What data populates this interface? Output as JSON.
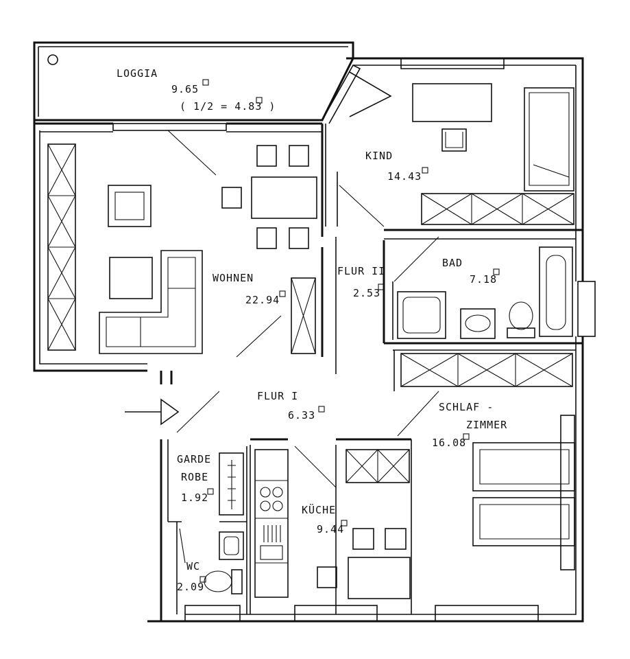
{
  "rooms": {
    "loggia": {
      "name": "LOGGIA",
      "area": "9.65",
      "note": "( 1/2 = 4.83  )"
    },
    "kind": {
      "name": "KIND",
      "area": "14.43"
    },
    "wohnen": {
      "name": "WOHNEN",
      "area": "22.94"
    },
    "flur2": {
      "name": "FLUR II",
      "area": "2.53"
    },
    "bad": {
      "name": "BAD",
      "area": "7.18"
    },
    "flur1": {
      "name": "FLUR I",
      "area": "6.33"
    },
    "schlaf": {
      "name1": "SCHLAF -",
      "name2": "ZIMMER",
      "area": "16.08"
    },
    "garderobe": {
      "name1": "GARDE",
      "name2": "ROBE",
      "area": "1.92"
    },
    "wc": {
      "name": "WC",
      "area": "2.09"
    },
    "kueche": {
      "name": "KÜCHE",
      "area": "9.44"
    }
  },
  "colors": {
    "ink": "#111111",
    "paper": "#ffffff"
  },
  "icons": [
    "entrance-arrow-icon",
    "sqm-unit-icon"
  ]
}
